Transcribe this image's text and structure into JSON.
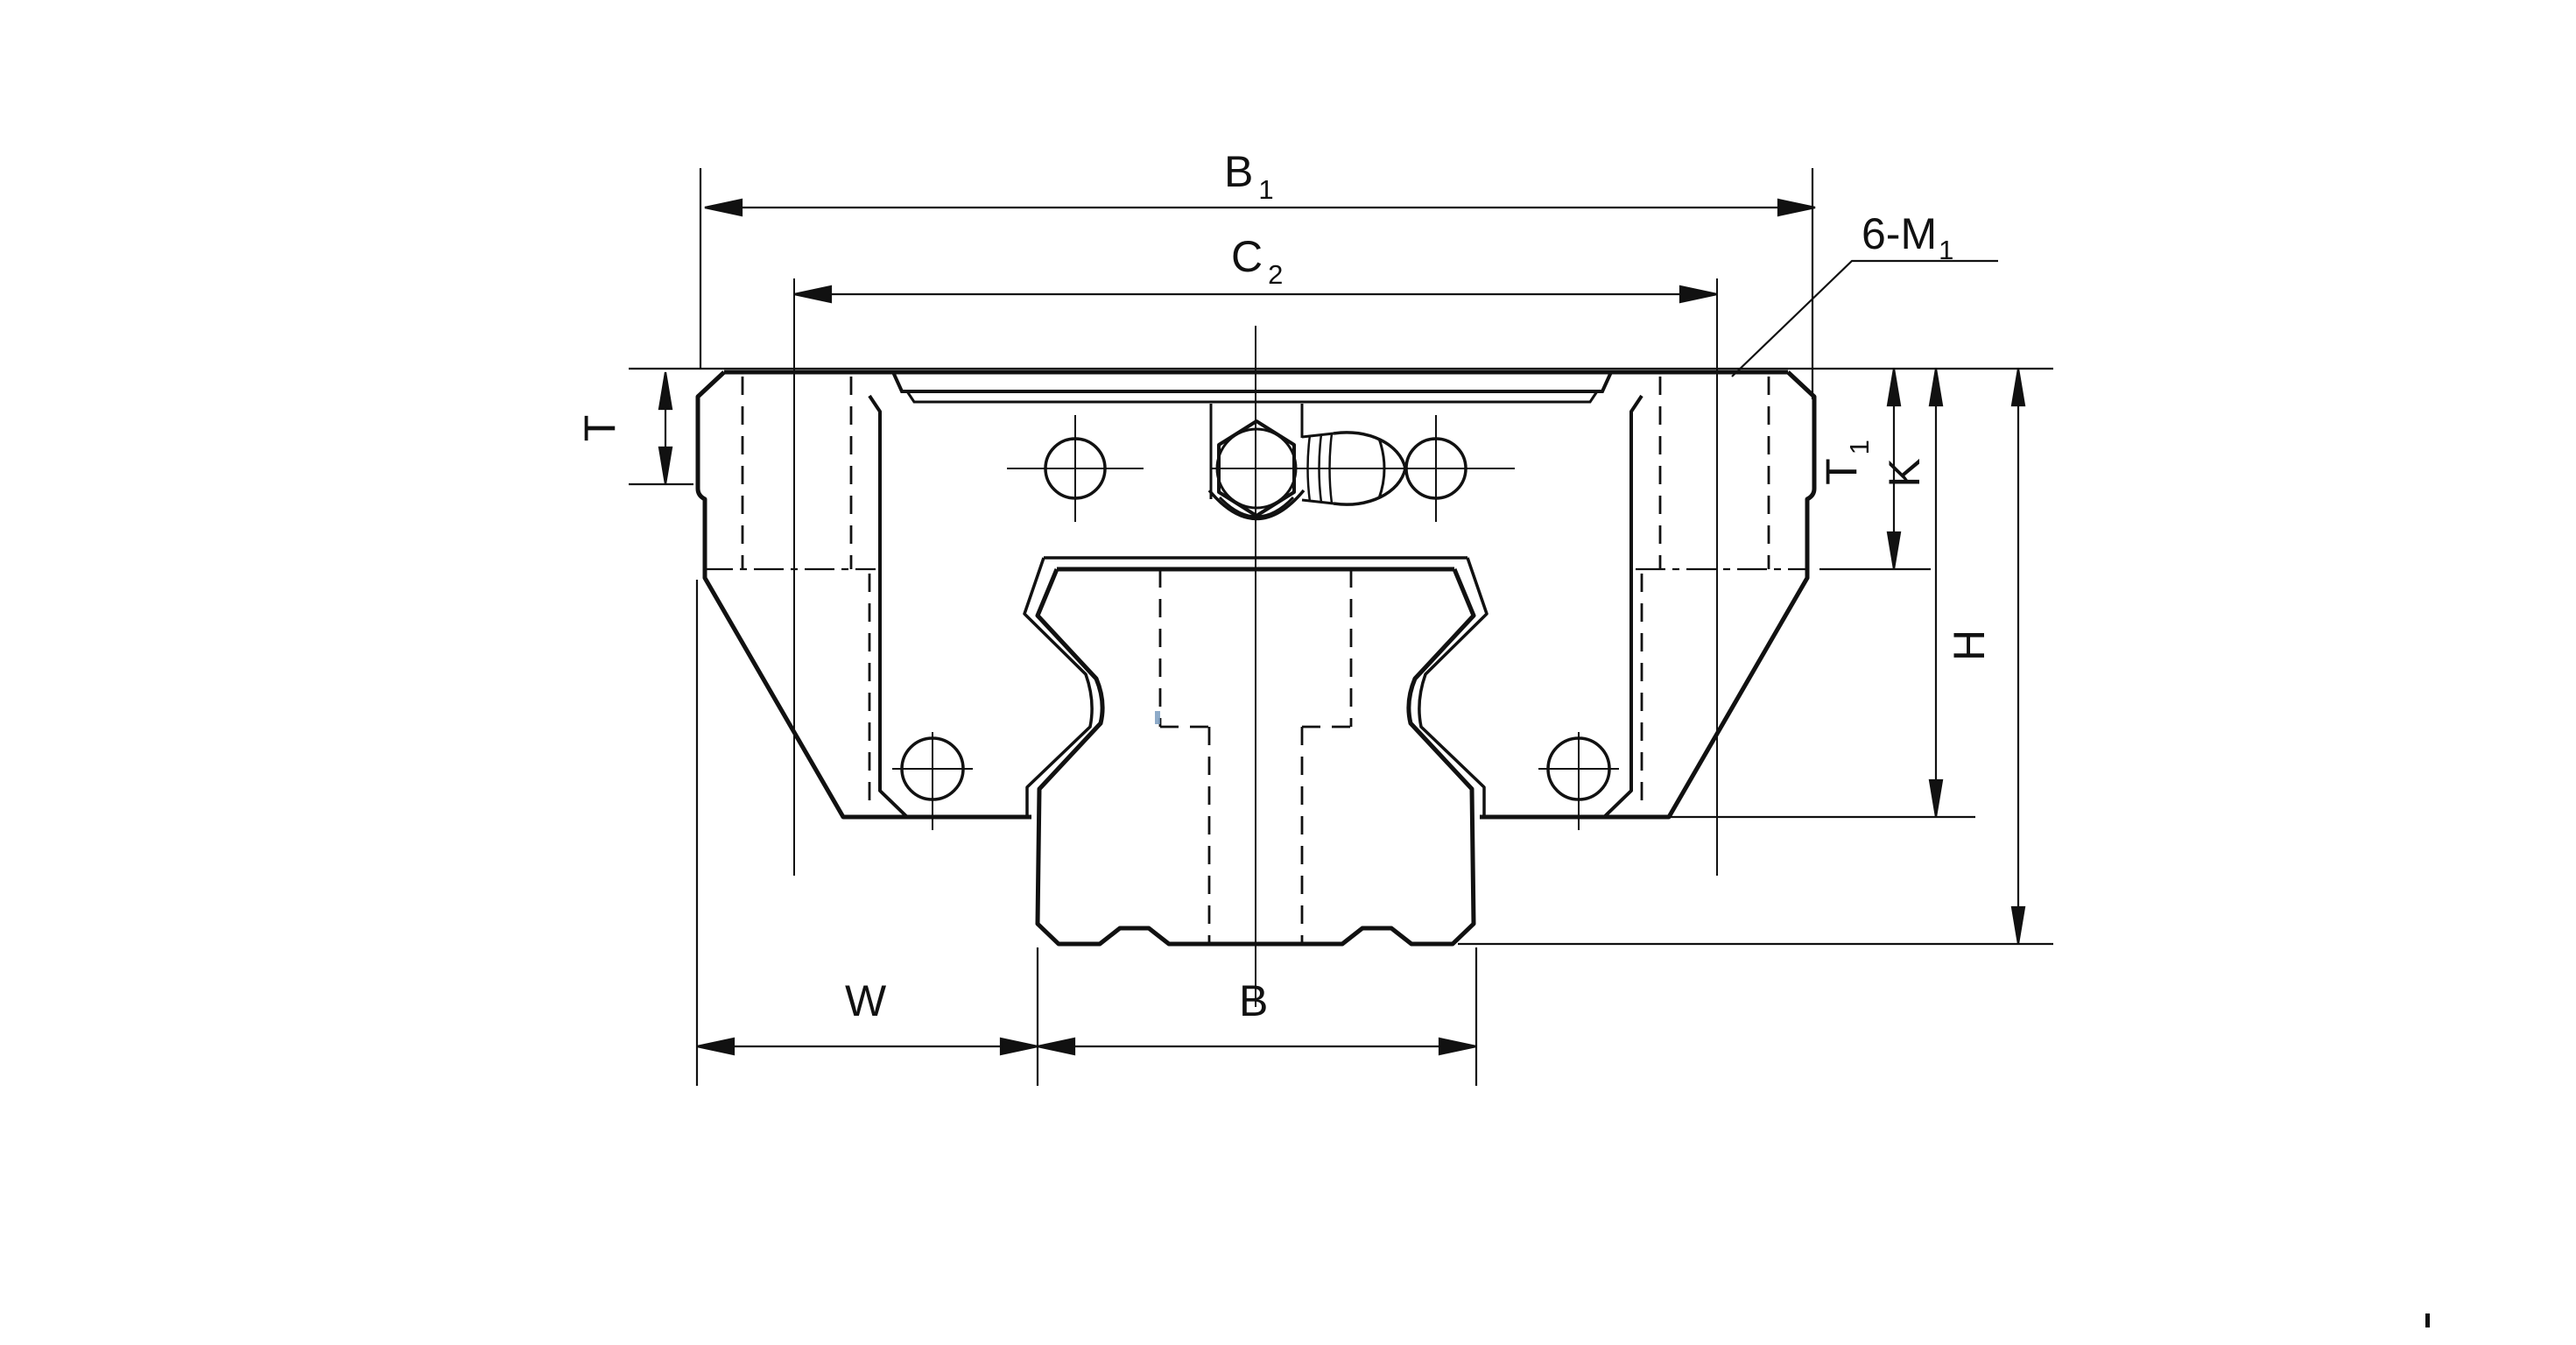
{
  "drawing": {
    "background_color": "#ffffff",
    "line_color": "#111111",
    "accent_artifact_color": "#7a9cc0",
    "labels": {
      "b1": {
        "main": "B",
        "sub": "1"
      },
      "c2": {
        "main": "C",
        "sub": "2"
      },
      "thread_callout": {
        "main": "6-M",
        "sub": "1"
      },
      "t": {
        "main": "T",
        "sub": ""
      },
      "t1": {
        "main": "T",
        "sub": "1"
      },
      "k": {
        "main": "K",
        "sub": ""
      },
      "h": {
        "main": "H",
        "sub": ""
      },
      "w": {
        "main": "W",
        "sub": ""
      },
      "b": {
        "main": "B",
        "sub": ""
      }
    }
  }
}
